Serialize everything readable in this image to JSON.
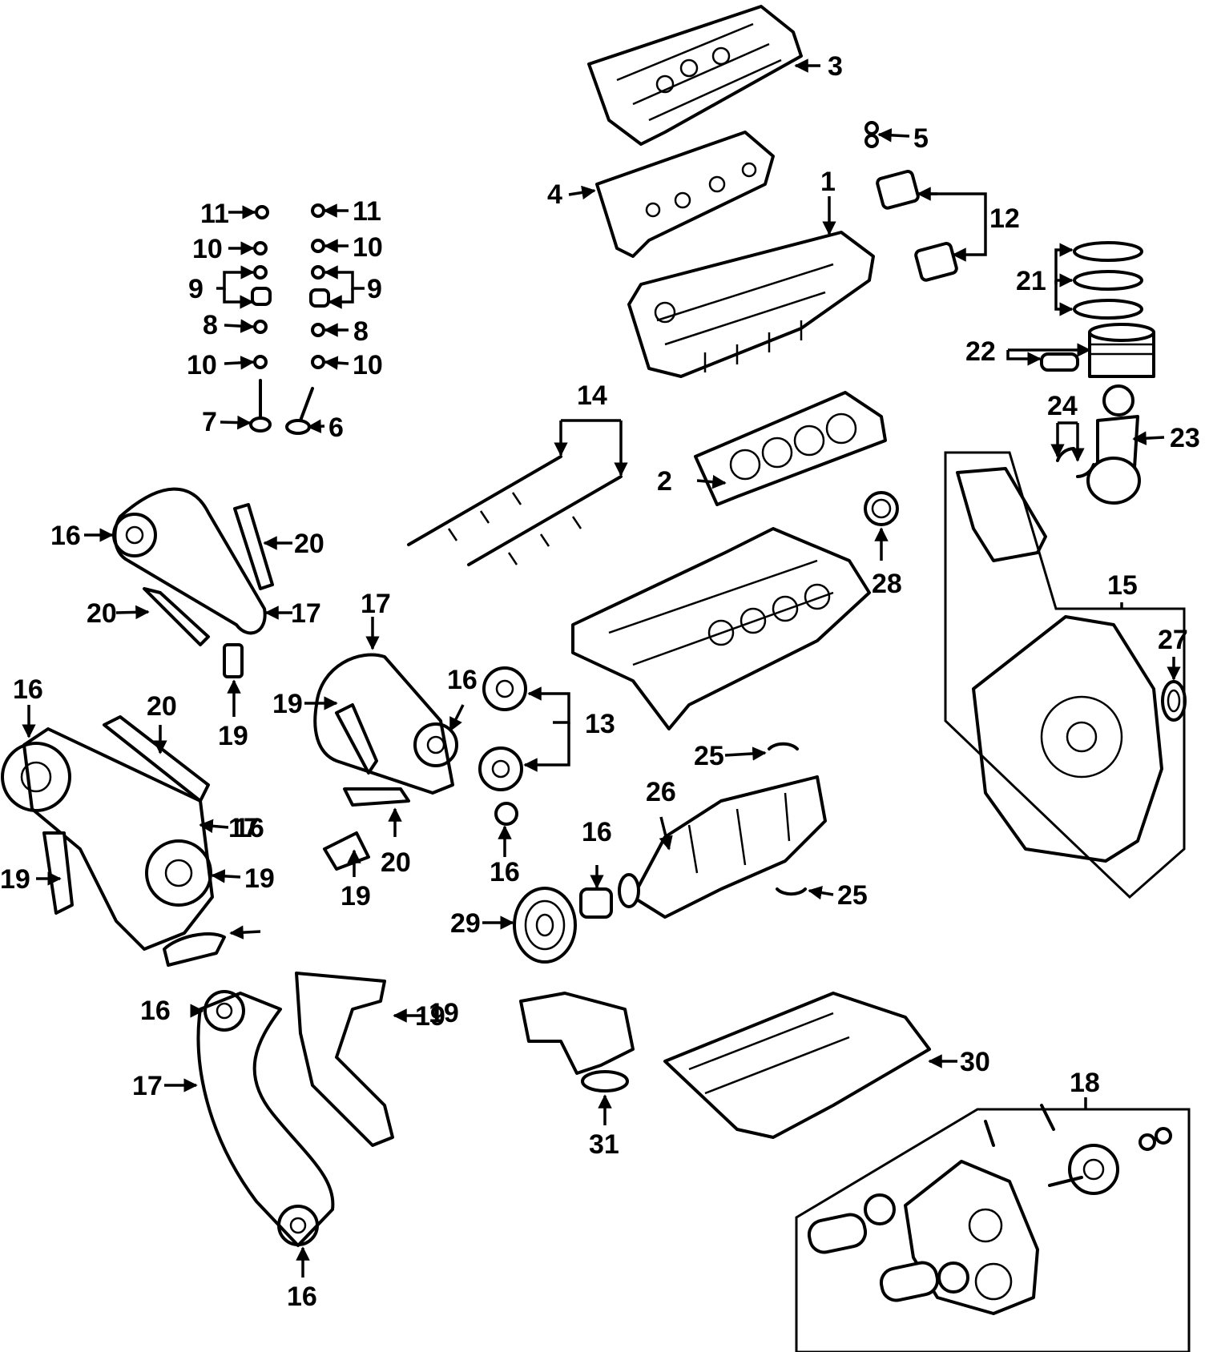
{
  "callouts": {
    "c1": "1",
    "c2": "2",
    "c3": "3",
    "c4": "4",
    "c5": "5",
    "c6": "6",
    "c7": "7",
    "c8a": "8",
    "c8b": "8",
    "c9a": "9",
    "c9b": "9",
    "c10a": "10",
    "c10b": "10",
    "c10c": "10",
    "c10d": "10",
    "c11a": "11",
    "c11b": "11",
    "c12": "12",
    "c13": "13",
    "c14": "14",
    "c15": "15",
    "c16a": "16",
    "c16b": "16",
    "c16c": "16",
    "c16d": "16",
    "c16e": "16",
    "c16f": "16",
    "c16g": "16",
    "c16h": "16",
    "c17a": "17",
    "c17b": "17",
    "c17c": "17",
    "c17d": "17",
    "c18": "18",
    "c19a": "19",
    "c19b": "19",
    "c19c": "19",
    "c19d": "19",
    "c19e": "19",
    "c19f": "19",
    "c19g": "19",
    "c20a": "20",
    "c20b": "20",
    "c20c": "20",
    "c20d": "20",
    "c21": "21",
    "c22": "22",
    "c23": "23",
    "c24": "24",
    "c25a": "25",
    "c25b": "25",
    "c26": "26",
    "c27": "27",
    "c28": "28",
    "c29": "29",
    "c30": "30",
    "c31": "31"
  }
}
